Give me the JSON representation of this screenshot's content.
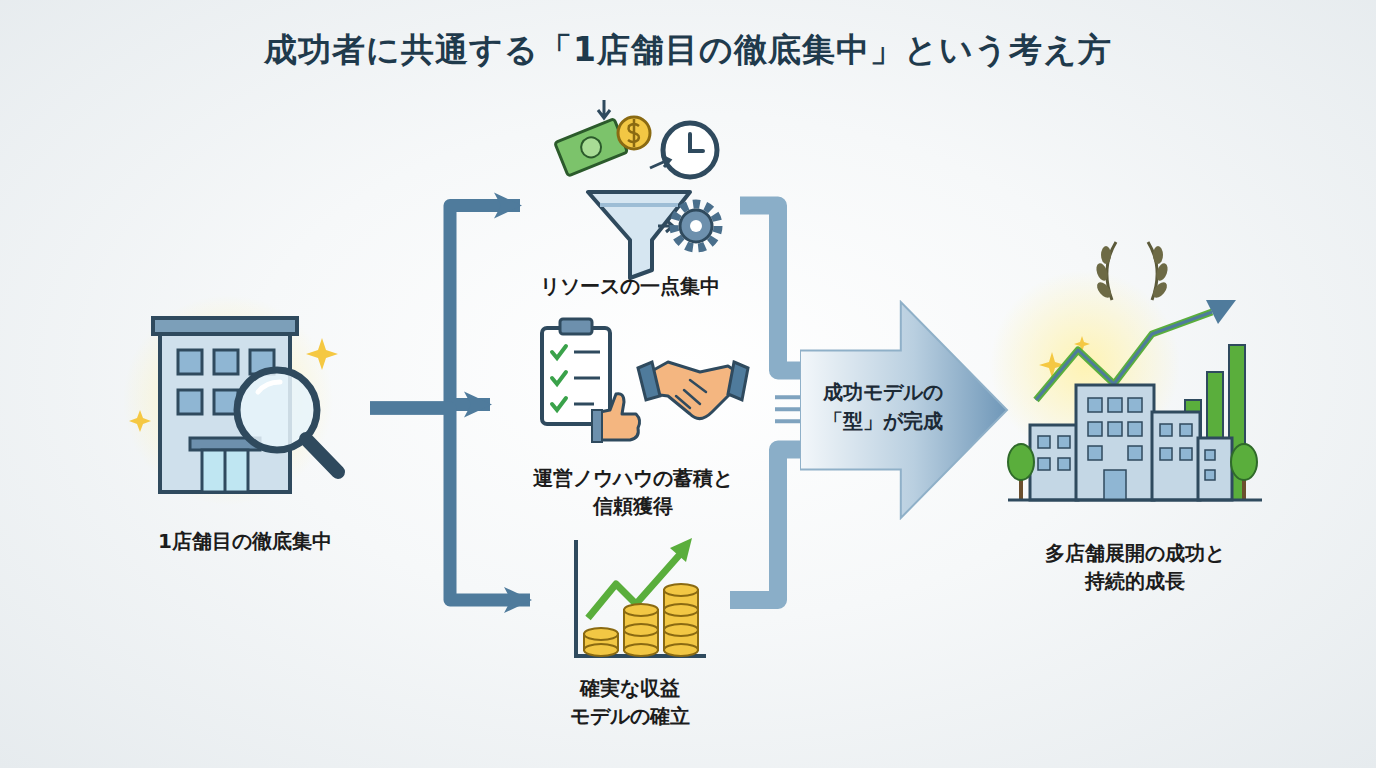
{
  "diagram": {
    "title": "成功者に共通する「1店舗目の徹底集中」という考え方",
    "nodes": [
      {
        "text": [
          "1店舗目の徹底集中"
        ]
      },
      {
        "text": [
          "リソースの一点集中"
        ]
      },
      {
        "text": [
          "運営ノウハウの蓄積と 信頼獲得"
        ]
      },
      {
        "text": [
          "確実な収益 モデルの確立"
        ]
      },
      {
        "text": [
          "成功モデルの 「型」が完成"
        ]
      },
      {
        "text": [
          "多店舗展開の成功と 持続的成長"
        ]
      }
    ],
    "edges": [
      {
        "from": 0,
        "to": 1,
        "arrow": "to"
      },
      {
        "from": 0,
        "to": 2,
        "arrow": "to"
      },
      {
        "from": 0,
        "to": 3,
        "arrow": "to"
      },
      {
        "from": 1,
        "to": 4,
        "arrow": "none"
      },
      {
        "from": 2,
        "to": 4,
        "arrow": "none"
      },
      {
        "from": 3,
        "to": 4,
        "arrow": "none"
      }
    ]
  }
}
